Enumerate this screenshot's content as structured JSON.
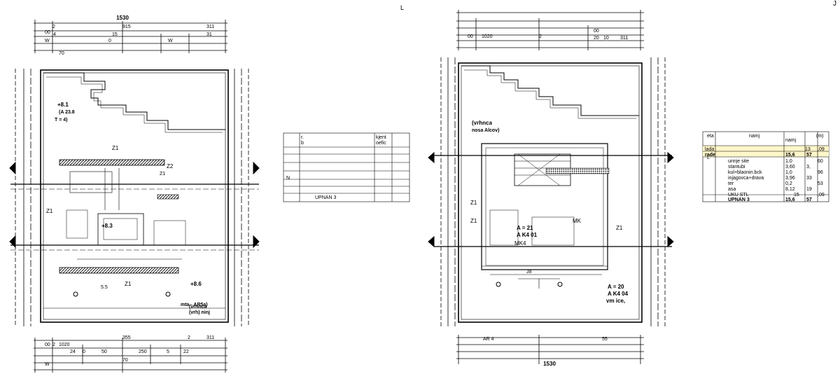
{
  "corner_mark": "J",
  "top_mark": "L",
  "left_plan": {
    "dims_top": [
      "1530",
      "2",
      "915",
      "311",
      "00",
      "4",
      "15",
      "31",
      "W",
      "0",
      "W",
      "70"
    ],
    "dims_bottom": [
      "2",
      "1020",
      "355",
      "2",
      "311",
      "00",
      "0",
      "24",
      "50",
      "250",
      "5",
      "22",
      "W",
      "70"
    ],
    "labels": [
      "+8.1",
      "Z1",
      "Z2",
      "Z1",
      "Z1",
      "+8.3",
      "+8.6",
      "Z1",
      "5.5"
    ],
    "notes": [
      "(A 23.8",
      "T = 4)",
      "(vrhnca",
      "mta - AR5a)",
      "(vrh) ninj"
    ]
  },
  "left_table": {
    "headers": [
      "r.",
      "kjent",
      "b",
      "oefic"
    ],
    "rows": [
      "N",
      "UPNAN 3"
    ]
  },
  "right_plan": {
    "dims_top": [
      "00",
      "1020",
      "2",
      "00",
      "20",
      "10",
      "311"
    ],
    "dims_bottom": [
      "AR 4",
      "55",
      "1530"
    ],
    "labels": [
      "Z1",
      "Z1",
      "MK",
      "MK4",
      "A = 21",
      "A K4 01",
      "Z1",
      "A = 20",
      "A K4 04",
      "J8"
    ],
    "notes": [
      "(vrhnca",
      "nosa Alcov)",
      "vm ice,"
    ]
  },
  "right_table": {
    "headers": [
      "eta",
      "namj",
      "namj",
      "(m)"
    ],
    "highlight_rows": [
      {
        "c1": "lada",
        "c2": "",
        "c3": "13",
        "c4": ",09"
      },
      {
        "c1": "rade",
        "c2": "",
        "c3": "15,6",
        "c4": "57"
      }
    ],
    "rows": [
      {
        "c1": "L",
        "c2": "unnje site",
        "c3": "1,0",
        "c4": "60"
      },
      {
        "c1": "",
        "c2": "stantubi",
        "c3": "3,60",
        "c4": "3,"
      },
      {
        "c1": "",
        "c2": "kul+blaonin.bck",
        "c3": "1,0",
        "c4": "96"
      },
      {
        "c1": "",
        "c2": "injagovca+drava",
        "c3": "3,96",
        "c4": "33"
      },
      {
        "c1": "",
        "c2": "ter",
        "c3": "0,2",
        "c4": "53"
      },
      {
        "c1": "",
        "c2": "asa",
        "c3": "8,12",
        "c4": "19"
      },
      {
        "c1": "",
        "c2": "UKU STL",
        "c3": "15",
        "c4": ",09"
      }
    ],
    "total_label": "UPNAN 3",
    "total_value": "15,6",
    "total_code": "57"
  }
}
